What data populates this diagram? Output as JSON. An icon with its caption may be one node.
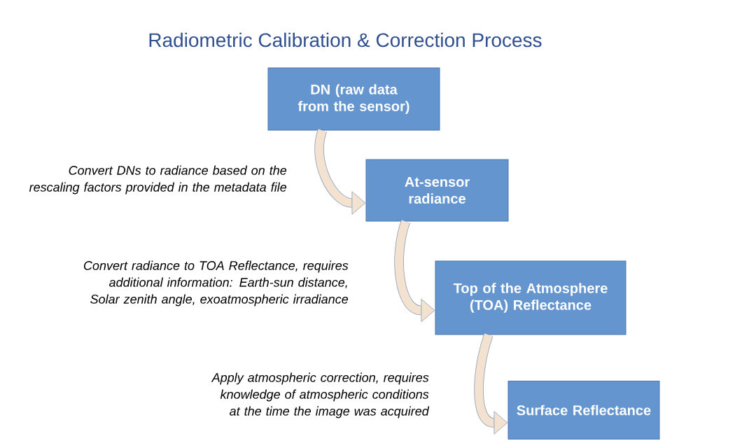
{
  "diagram": {
    "title": "Radiometric Calibration & Correction Process",
    "nodes": [
      {
        "text": [
          "DN (raw data from the sensor)"
        ]
      },
      {
        "text": [
          "At-sensor radiance"
        ]
      },
      {
        "text": [
          "Top of the Atmosphere (TOA) Reflectance"
        ]
      },
      {
        "text": [
          "Surface Reflectance"
        ]
      }
    ],
    "edges": [
      {
        "from": 0,
        "to": 1,
        "arrow": "to",
        "label": "Convert DNs to radiance based on the rescaling factors provided in the metadata file"
      },
      {
        "from": 1,
        "to": 2,
        "arrow": "to",
        "label": "Convert radiance to TOA Reflectance, requires additional information: Earth-sun distance, Solar zenith angle, exoatmospheric irradiance"
      },
      {
        "from": 2,
        "to": 3,
        "arrow": "to",
        "label": "Apply atmospheric correction, requires knowledge of atmospheric conditions at the time the image was acquired"
      }
    ]
  }
}
